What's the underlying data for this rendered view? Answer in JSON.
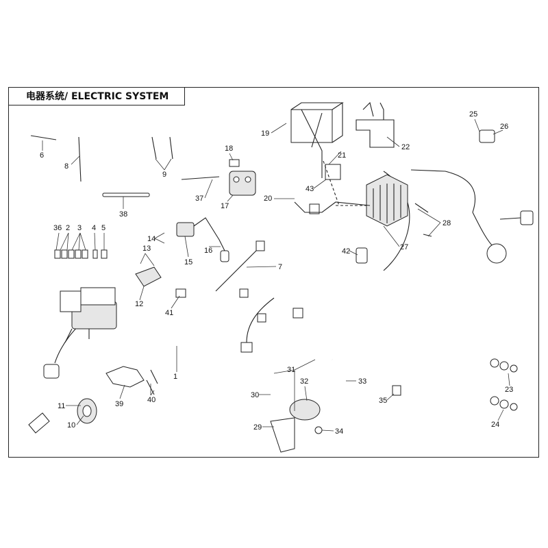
{
  "title": "电器系统/ ELECTRIC SYSTEM",
  "callouts": [
    "1",
    "2",
    "3",
    "4",
    "5",
    "6",
    "7",
    "8",
    "9",
    "10",
    "11",
    "12",
    "13",
    "14",
    "15",
    "16",
    "17",
    "18",
    "19",
    "20",
    "21",
    "22",
    "23",
    "24",
    "25",
    "26",
    "27",
    "28",
    "29",
    "30",
    "31",
    "32",
    "33",
    "34",
    "35",
    "36",
    "37",
    "38",
    "39",
    "40",
    "41",
    "42",
    "43"
  ]
}
